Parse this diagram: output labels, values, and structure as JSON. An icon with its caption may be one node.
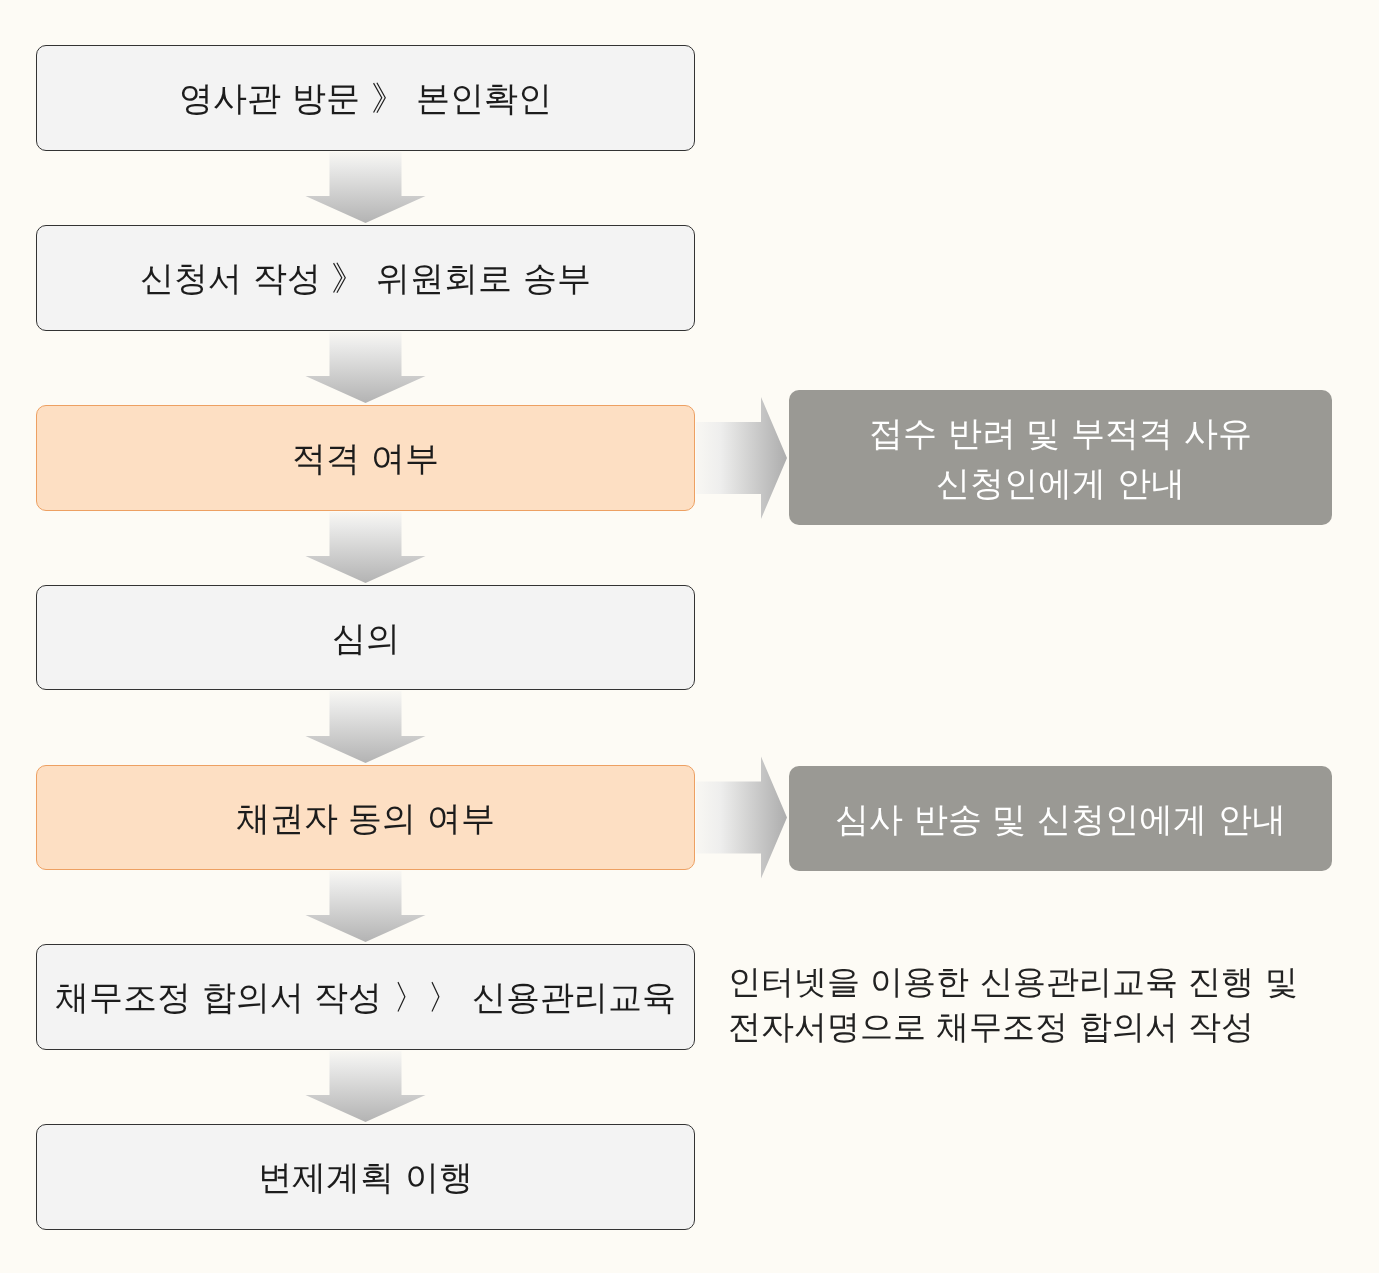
{
  "diagram": {
    "nodes": [
      {
        "text": [
          "영사관 방문 》 본인확인"
        ]
      },
      {
        "text": [
          "신청서 작성 》 위원회로 송부"
        ]
      },
      {
        "text": [
          "적격 여부"
        ]
      },
      {
        "text": [
          "접수 반려 및 부적격 사유 신청인에게 안내"
        ]
      },
      {
        "text": [
          "심의"
        ]
      },
      {
        "text": [
          "채권자 동의 여부"
        ]
      },
      {
        "text": [
          "심사 반송 및 신청인에게 안내"
        ]
      },
      {
        "text": [
          "채무조정 합의서 작성 〉〉 신용관리교육"
        ],
        "beside": [
          "인터넷을 이용한 신용관리교육 진행 및 전자서명으로 채무조정 합의서 작성"
        ]
      },
      {
        "text": [
          "변제계획 이행"
        ]
      }
    ],
    "edges": [
      {
        "from": 0,
        "to": 1,
        "arrow": "to"
      },
      {
        "from": 1,
        "to": 2,
        "arrow": "to"
      },
      {
        "from": 2,
        "to": 3,
        "arrow": "to"
      },
      {
        "from": 2,
        "to": 4,
        "arrow": "to"
      },
      {
        "from": 4,
        "to": 5,
        "arrow": "to"
      },
      {
        "from": 5,
        "to": 6,
        "arrow": "to"
      },
      {
        "from": 5,
        "to": 7,
        "arrow": "to"
      },
      {
        "from": 7,
        "to": 8,
        "arrow": "to"
      }
    ]
  }
}
